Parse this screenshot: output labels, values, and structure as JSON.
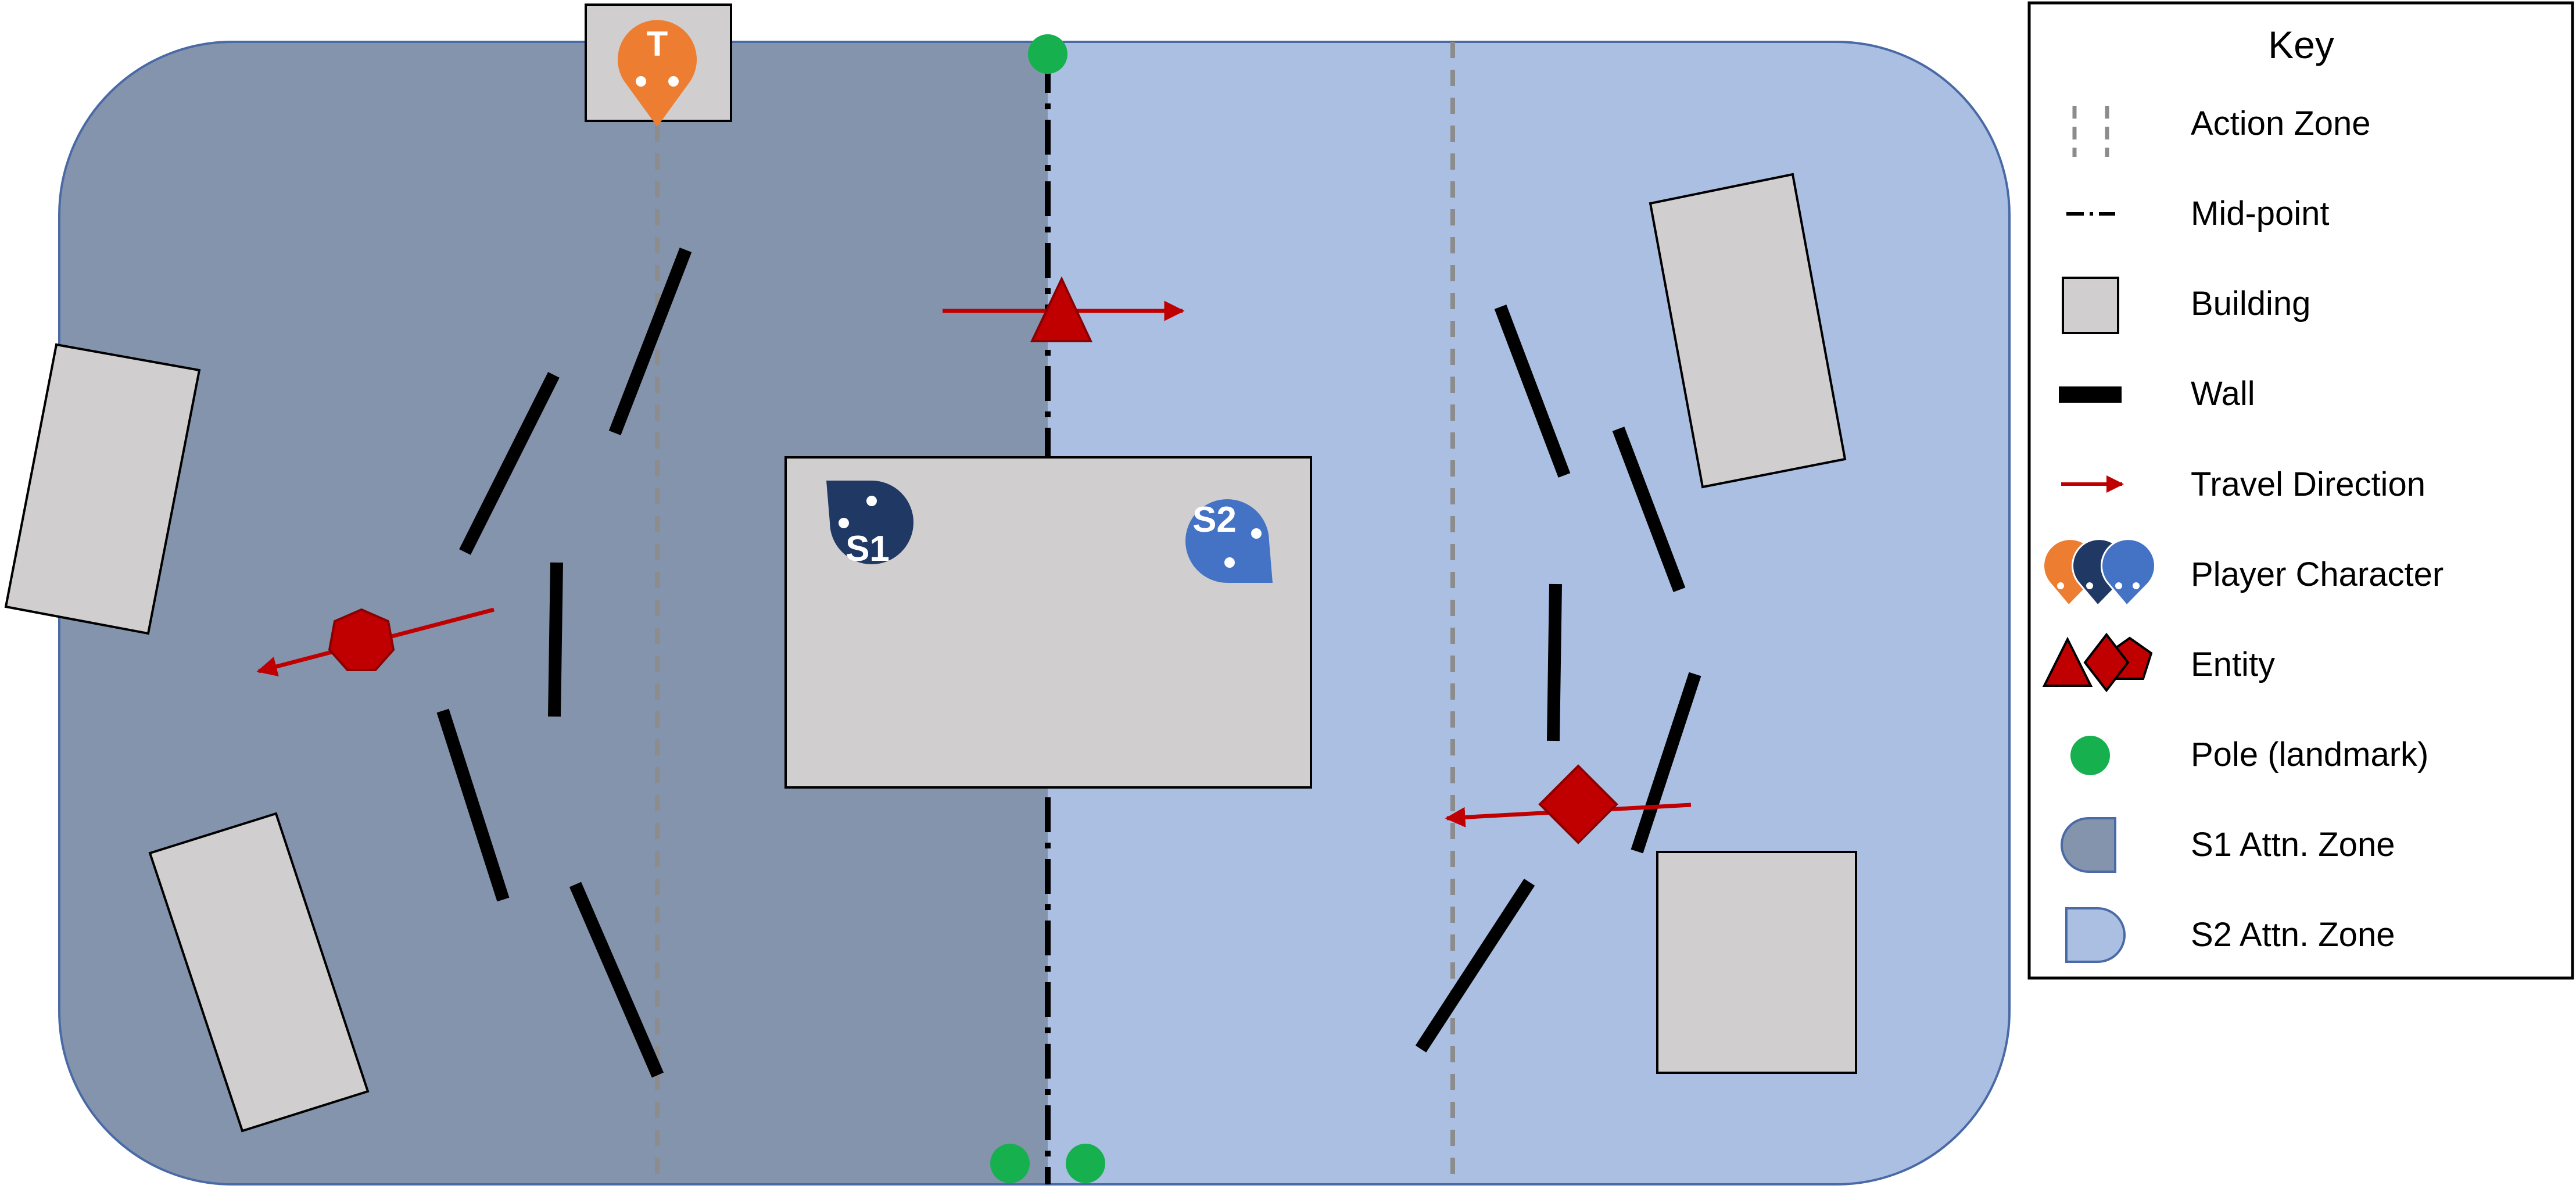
{
  "key": {
    "title": "Key",
    "items": [
      {
        "id": "action-zone",
        "label": "Action Zone"
      },
      {
        "id": "mid-point",
        "label": "Mid-point"
      },
      {
        "id": "building",
        "label": "Building"
      },
      {
        "id": "wall",
        "label": "Wall"
      },
      {
        "id": "travel-direction",
        "label": "Travel Direction"
      },
      {
        "id": "player-character",
        "label": "Player Character"
      },
      {
        "id": "entity",
        "label": "Entity"
      },
      {
        "id": "pole",
        "label": "Pole (landmark)"
      },
      {
        "id": "s1-zone",
        "label": "S1 Attn. Zone"
      },
      {
        "id": "s2-zone",
        "label": "S2 Attn. Zone"
      }
    ]
  },
  "players": {
    "teacher": "T",
    "student1": "S1",
    "student2": "S2"
  },
  "colors": {
    "s1_zone": "#8594ad",
    "s2_zone": "#abbfe3",
    "zone_border": "#4a6aa6",
    "building_fill": "#d0cece",
    "wall": "#000000",
    "entity": "#c00000",
    "pole": "#16b04f",
    "teacher": "#ed7d31",
    "student1": "#1f3864",
    "student2": "#4472c4",
    "action_zone_line": "#8c8c8c"
  }
}
